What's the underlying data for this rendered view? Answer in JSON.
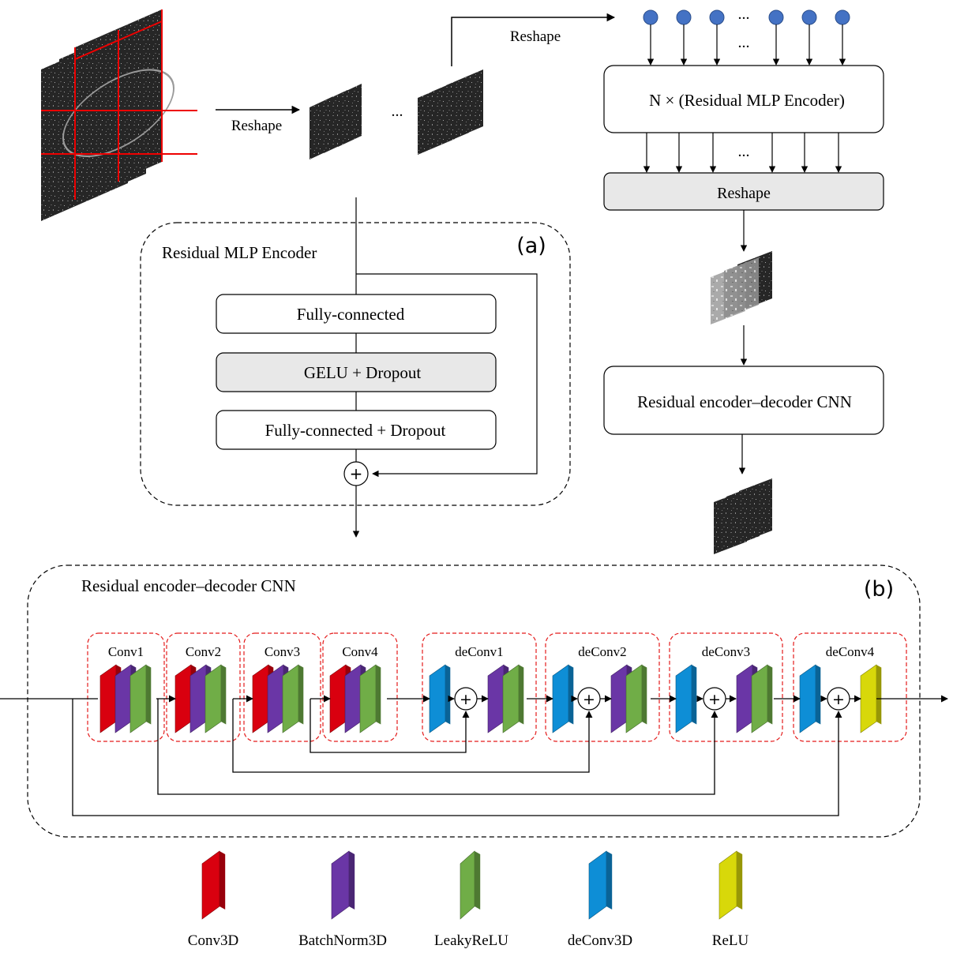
{
  "top": {
    "reshape_1": "Reshape",
    "ellipsis_patches": "...",
    "reshape_2": "Reshape",
    "ellipsis_tokens": "...",
    "ellipsis_tokens_2": "...",
    "ellipsis_outputs": "...",
    "encoder_stack": "N × (Residual MLP Encoder)",
    "reshape_3": "Reshape",
    "cnn_box": "Residual encoder–decoder CNN"
  },
  "panel_a": {
    "tag": "(a)",
    "title": "Residual MLP Encoder",
    "fc1": "Fully-connected",
    "gelu": "GELU + Dropout",
    "fc2": "Fully-connected + Dropout",
    "plus": "+"
  },
  "panel_b": {
    "tag": "(b)",
    "title": "Residual encoder–decoder CNN",
    "plus": "+",
    "blocks": [
      "Conv1",
      "Conv2",
      "Conv3",
      "Conv4",
      "deConv1",
      "deConv2",
      "deConv3",
      "deConv4"
    ]
  },
  "legend": {
    "conv3d": "Conv3D",
    "batchnorm3d": "BatchNorm3D",
    "leakyrelu": "LeakyReLU",
    "deconv3d": "deConv3D",
    "relu": "ReLU"
  },
  "colors": {
    "conv3d": "#d9000f",
    "batchnorm3d": "#6a36a6",
    "leakyrelu": "#70ad47",
    "deconv3d": "#0e8ed6",
    "relu": "#d8d80a",
    "token_dot": "#4472c4",
    "gray_box": "#e8e8e8",
    "red_dash": "#e41b1b"
  }
}
